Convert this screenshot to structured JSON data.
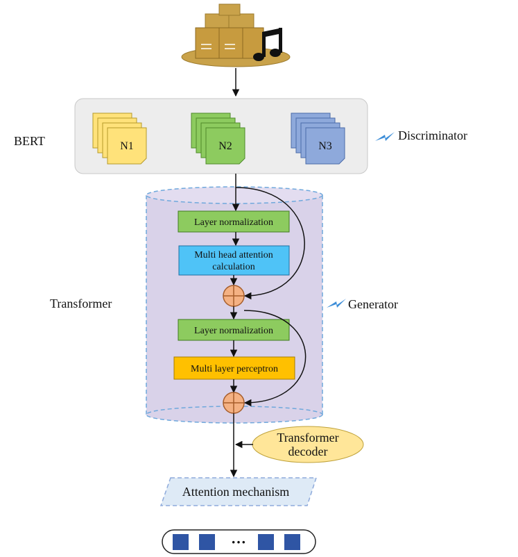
{
  "labels": {
    "bert": "BERT",
    "discriminator": "Discriminator",
    "transformer": "Transformer",
    "generator": "Generator",
    "transformer_decoder_line1": "Transformer",
    "transformer_decoder_line2": "decoder",
    "attention_mechanism": "Attention mechanism"
  },
  "bert_stacks": [
    {
      "label": "N1",
      "color": "#FFE27A"
    },
    {
      "label": "N2",
      "color": "#8DCB5F"
    },
    {
      "label": "N3",
      "color": "#8EA9DB"
    }
  ],
  "blocks": {
    "layer_norm_1": "Layer normalization",
    "mha_line1": "Multi head attention",
    "mha_line2": "calculation",
    "layer_norm_2": "Layer normalization",
    "mlp": "Multi layer perceptron"
  },
  "icons": {
    "top": "server-music-icon",
    "lightning": "lightning-icon",
    "add": "circled-plus-icon",
    "ellipsis": "···"
  },
  "colors": {
    "layer_norm": "#8DCB5F",
    "mha": "#4FC3F7",
    "mlp": "#FFC000",
    "cylinder": "#D9D2E9",
    "bert_panel": "#EDEDED",
    "adder": "#F4B183",
    "decoder": "#FFE699",
    "attention": "#DEEAF6",
    "token": "#2F55A4"
  }
}
